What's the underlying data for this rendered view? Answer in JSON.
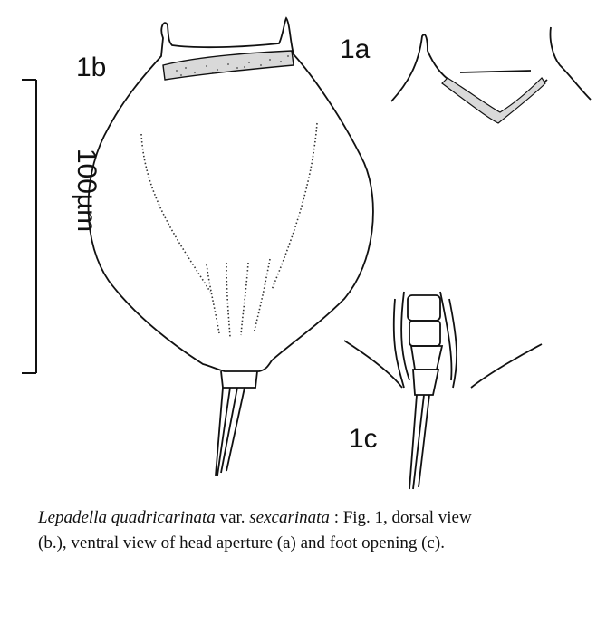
{
  "labels": {
    "fig_1b": "1b",
    "fig_1a": "1a",
    "fig_1c": "1c"
  },
  "scale_bar": {
    "label": "100µm"
  },
  "caption": {
    "species": "Lepadella quadricarinata",
    "var_text": " var. ",
    "variety": "sexcarinata",
    "line1_rest": " : Fig. 1, dorsal view",
    "line2": "(b.), ventral view of head aperture (a) and foot  opening (c)."
  }
}
